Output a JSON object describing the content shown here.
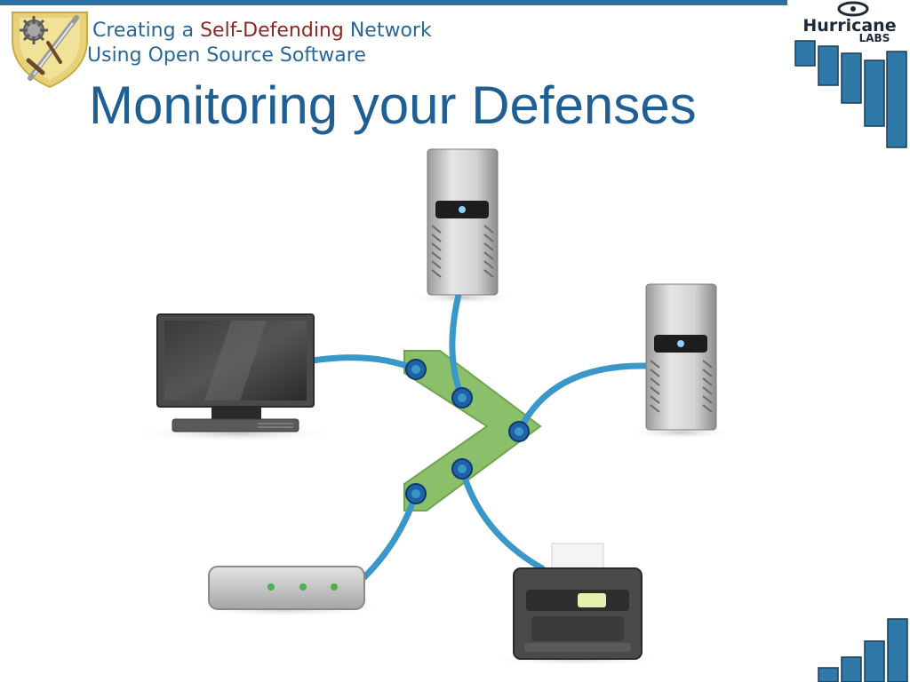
{
  "header": {
    "line1_prefix": "Creating a ",
    "line1_highlight": "Self-Defending",
    "line1_suffix": " Network",
    "line2": "Using Open Source Software"
  },
  "slide": {
    "title": "Monitoring your Defenses"
  },
  "logo": {
    "brand_top": "Hurricane",
    "brand_bottom": "LABS"
  },
  "colors": {
    "title_blue": "#1f5f93",
    "highlight_red": "#8a2a25",
    "cable_blue": "#3a98c8",
    "switch_green": "#8cbf6a",
    "bar_blue": "#2f79a8"
  },
  "diagram": {
    "devices": [
      "monitor-icon",
      "server-icon",
      "server-icon",
      "router-icon",
      "printer-icon"
    ],
    "hub": "network-switch-icon"
  }
}
